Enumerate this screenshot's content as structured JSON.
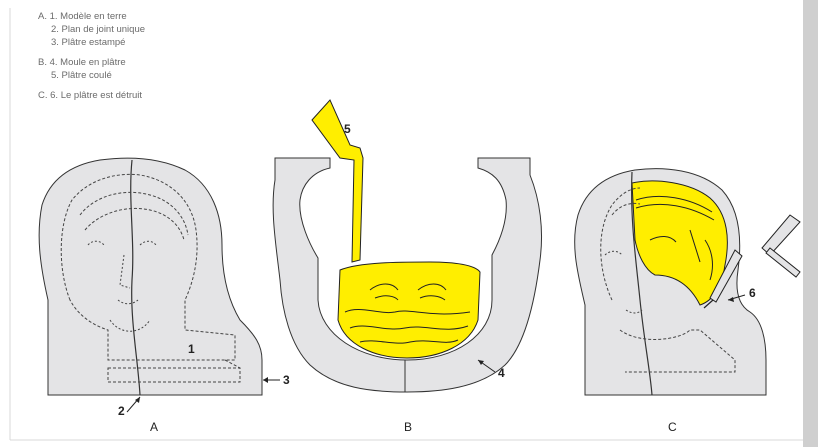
{
  "legend": {
    "a_title": "A. 1. Modèle en terre",
    "a_2": "2. Plan de joint unique",
    "a_3": "3. Plâtre estampé",
    "b_title": "B. 4. Moule en plâtre",
    "b_5": "5. Plâtre coulé",
    "c_title": "C. 6. Le plâtre est détruit"
  },
  "figures": {
    "a": "A",
    "b": "B",
    "c": "C"
  },
  "callouts": {
    "n1": "1",
    "n2": "2",
    "n3": "3",
    "n4": "4",
    "n5": "5",
    "n6": "6"
  },
  "colors": {
    "plaster": "#e4e4e6",
    "outline": "#333333",
    "fill": "#ffee00"
  }
}
